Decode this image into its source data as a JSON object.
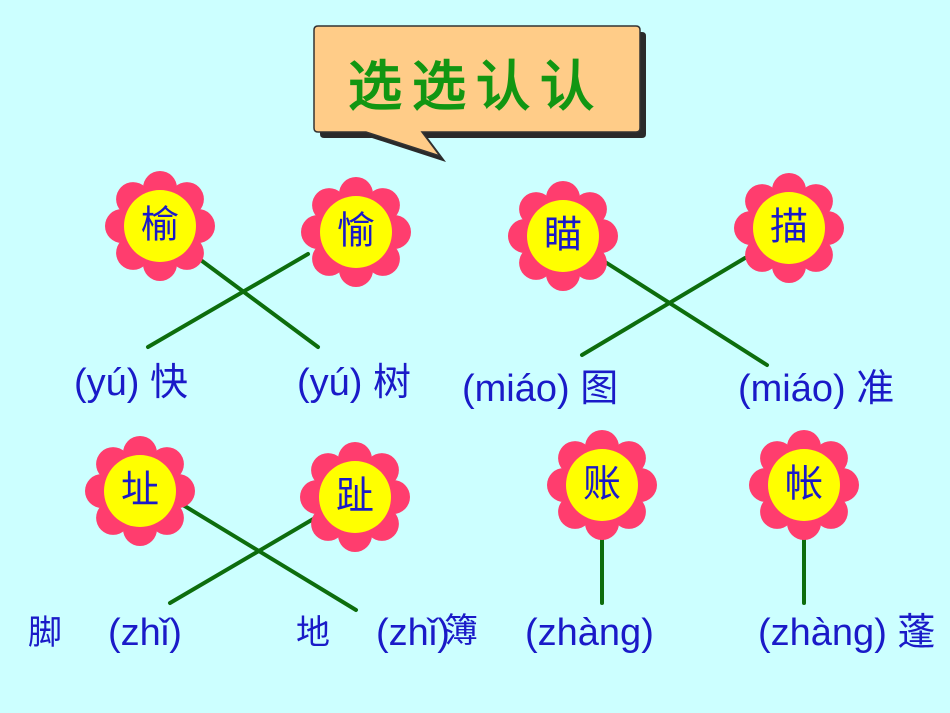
{
  "title": "选选认认",
  "colors": {
    "background": "#ccffff",
    "bubble_fill": "#ffcc88",
    "title_text": "#129612",
    "petal": "#ff3d6e",
    "flower_center": "#ffff00",
    "line": "#0d6d0d",
    "pinyin_text": "#1a1ac8",
    "flower_char": "#1a1ac8"
  },
  "groups": [
    {
      "flowers": [
        "榆",
        "愉"
      ],
      "labels": [
        "(yú) 快",
        "(yú) 树"
      ]
    },
    {
      "flowers": [
        "瞄",
        "描"
      ],
      "labels": [
        "(miáo) 图",
        "(miáo) 准"
      ]
    },
    {
      "flowers": [
        "址",
        "趾"
      ],
      "labels": [
        "脚",
        "(zhǐ)",
        "地",
        "(zhǐ)",
        "簿"
      ]
    },
    {
      "flowers": [
        "账",
        "帐"
      ],
      "labels": [
        "(zhàng)",
        "(zhàng) 蓬"
      ]
    }
  ]
}
